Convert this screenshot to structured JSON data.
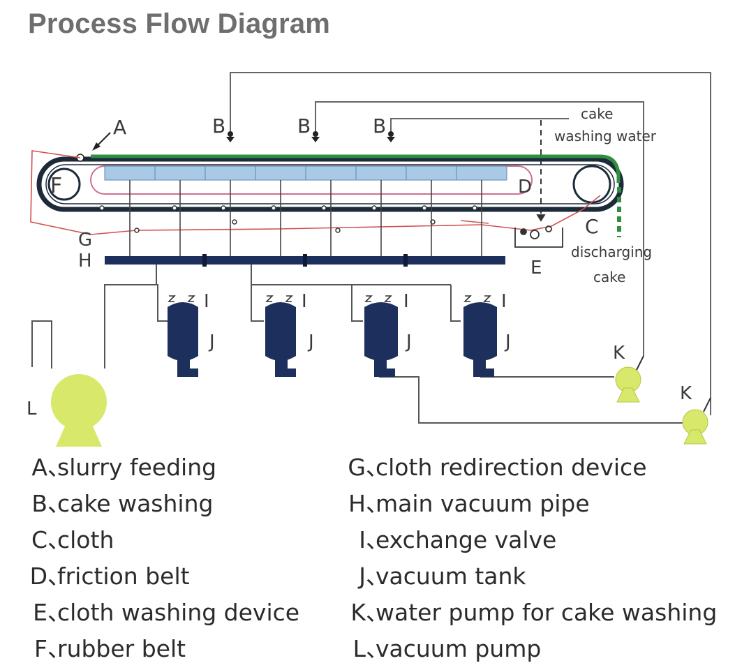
{
  "title": "Process Flow Diagram",
  "labels": {
    "A": "A",
    "B": "B",
    "C": "C",
    "D": "D",
    "E": "E",
    "F": "F",
    "G": "G",
    "H": "H",
    "I": "I",
    "J": "J",
    "K": "K",
    "L": "L",
    "cake_washing_water_1": "cake",
    "cake_washing_water_2": "washing water",
    "discharging_cake_1": "discharging",
    "discharging_cake_2": "cake"
  },
  "legend_left": [
    {
      "key": "A",
      "sep": "、",
      "text": "slurry feeding"
    },
    {
      "key": "B",
      "sep": "、",
      "text": "cake washing"
    },
    {
      "key": "C",
      "sep": "、",
      "text": "cloth"
    },
    {
      "key": "D",
      "sep": "、",
      "text": "friction belt"
    },
    {
      "key": "E",
      "sep": "、",
      "text": "cloth washing device"
    },
    {
      "key": "F",
      "sep": "、",
      "text": "rubber belt"
    }
  ],
  "legend_right": [
    {
      "key": "G",
      "sep": "、",
      "text": "cloth redirection device"
    },
    {
      "key": "H",
      "sep": "、",
      "text": "main vacuum pipe"
    },
    {
      "key": "I",
      "sep": "、",
      "text": "exchange valve"
    },
    {
      "key": "J",
      "sep": "、",
      "text": "vacuum tank"
    },
    {
      "key": "K",
      "sep": "、",
      "text": "water pump for cake washing"
    },
    {
      "key": "L",
      "sep": "、",
      "text": "vacuum pump"
    }
  ],
  "colors": {
    "belt": "#1c2a3a",
    "tray": "#a9c9e6",
    "cloth": "#d05050",
    "cake": "#2f8f3f",
    "pipe": "#666666",
    "vacuum": "#1d2f5c",
    "pump": "#d7e86a"
  }
}
